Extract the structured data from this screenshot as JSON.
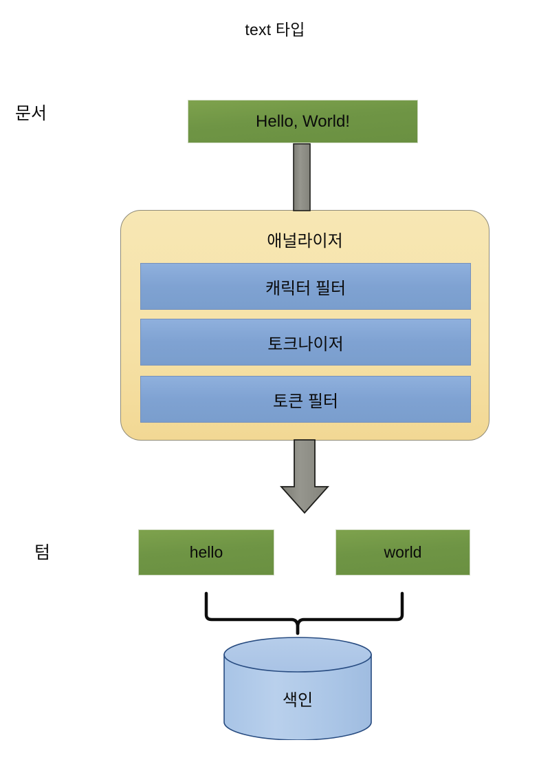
{
  "diagram": {
    "title": "text 타입",
    "type": "flow-diagram",
    "row_labels": {
      "document": "문서",
      "term": "텀"
    },
    "document_box": {
      "label": "Hello, World!",
      "color": "#6f9545"
    },
    "analyzer": {
      "label": "애널라이저",
      "color": "#f6e2a8",
      "stages": [
        {
          "label": "캐릭터 필터",
          "color": "#7fa2d2"
        },
        {
          "label": "토크나이저",
          "color": "#7fa2d2"
        },
        {
          "label": "토큰 필터",
          "color": "#7fa2d2"
        }
      ]
    },
    "tokens": [
      {
        "label": "hello",
        "color": "#6f9545"
      },
      {
        "label": "world",
        "color": "#6f9545"
      }
    ],
    "index_store": {
      "label": "색인",
      "color": "#adc8e8",
      "shape": "cylinder"
    },
    "connectors": [
      {
        "name": "document-to-analyzer",
        "shape": "arrow-shaft",
        "color": "#8a8a82"
      },
      {
        "name": "analyzer-to-tokens",
        "shape": "arrow-down",
        "color": "#8a8a82"
      },
      {
        "name": "tokens-to-index",
        "shape": "curly-brace",
        "color": "#0d0d0d"
      }
    ]
  }
}
